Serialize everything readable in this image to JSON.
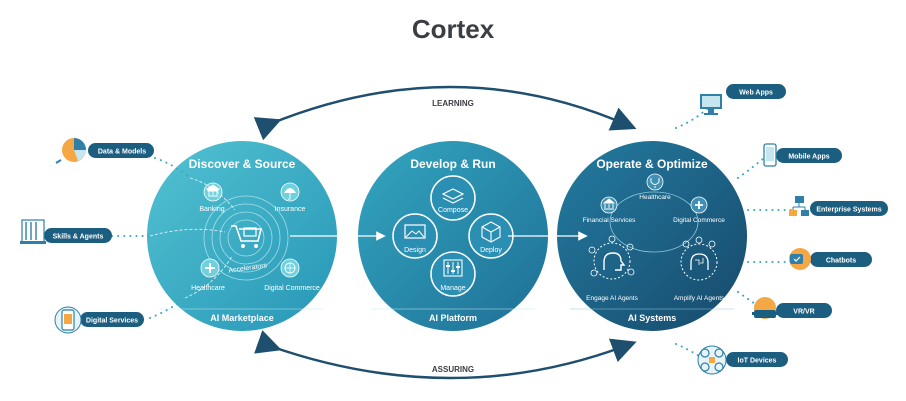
{
  "title": "Cortex",
  "arcs": {
    "top": "LEARNING",
    "bottom": "ASSURING"
  },
  "colors": {
    "dark": "#1c5e80",
    "mid": "#2490b0",
    "light": "#3bb5c9",
    "arrow": "#1f4f6e"
  },
  "circles": [
    {
      "heading": "Discover & Source",
      "footer": "AI Marketplace",
      "items": [
        "Banking",
        "Insurance",
        "Accelerators",
        "Healthcare",
        "Digital Commerce"
      ]
    },
    {
      "heading": "Develop & Run",
      "footer": "AI Platform",
      "items": [
        "Compose",
        "Design",
        "Deploy",
        "Manage"
      ]
    },
    {
      "heading": "Operate & Optimize",
      "footer": "AI Systems",
      "items": [
        "Healthcare",
        "Financial Services",
        "Digital Commerce",
        "Engage AI Agents",
        "Amplify AI Agents"
      ]
    }
  ],
  "inputs": [
    {
      "label": "Data & Models",
      "icon": "pie-chart-icon"
    },
    {
      "label": "Skills & Agents",
      "icon": "toolbox-icon"
    },
    {
      "label": "Digital Services",
      "icon": "mobile-phone-icon"
    }
  ],
  "outputs": [
    {
      "label": "Web Apps",
      "icon": "monitor-icon"
    },
    {
      "label": "Mobile Apps",
      "icon": "smartphone-icon"
    },
    {
      "label": "Enterprise Systems",
      "icon": "network-icon"
    },
    {
      "label": "Chatbots",
      "icon": "chatbot-icon"
    },
    {
      "label": "VR/VR",
      "icon": "vr-headset-icon"
    },
    {
      "label": "IoT Devices",
      "icon": "drone-icon"
    }
  ]
}
